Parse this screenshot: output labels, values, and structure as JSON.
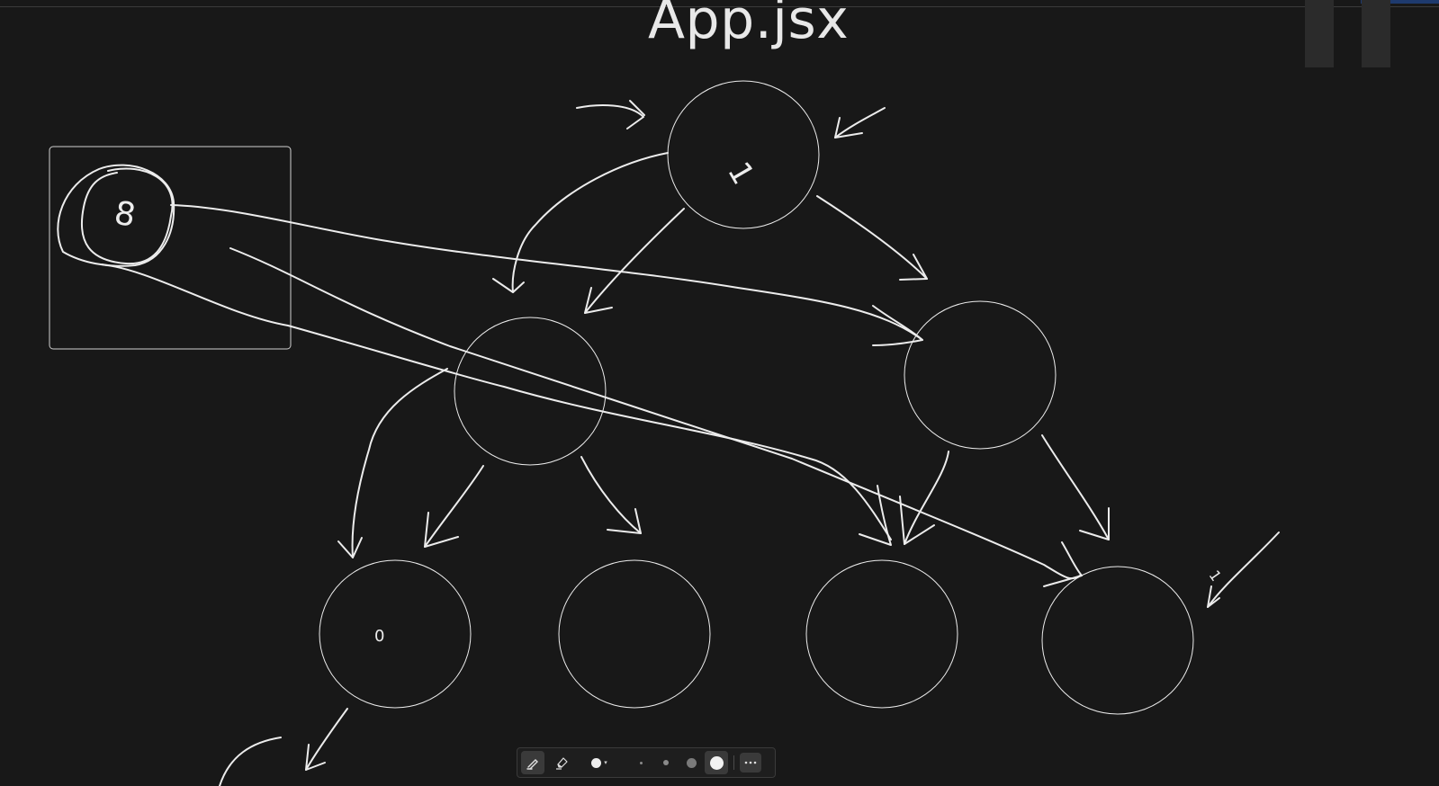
{
  "canvas": {
    "title": "App.jsx",
    "background": "#181818",
    "stroke_color": "#ececec"
  },
  "nodes": {
    "root": {
      "label": "1"
    },
    "left_child": {
      "label": ""
    },
    "right_child": {
      "label": ""
    },
    "leaf_1": {
      "label": "0"
    },
    "leaf_2": {
      "label": ""
    },
    "leaf_3": {
      "label": ""
    },
    "leaf_4": {
      "label": ""
    },
    "boxed_note": {
      "label": "8"
    },
    "corner_mark": {
      "label": "1"
    }
  },
  "toolbar": {
    "tools": [
      {
        "name": "pen-tool",
        "icon": "pen-icon",
        "active": true
      },
      {
        "name": "highlighter-tool",
        "icon": "highlighter-icon",
        "active": false
      },
      {
        "name": "color-picker",
        "icon": "color-dot-icon",
        "active": false
      }
    ],
    "stroke_sizes": [
      "xs",
      "s",
      "m",
      "l"
    ],
    "selected_size": "l",
    "more_icon": "more-horizontal-icon"
  }
}
